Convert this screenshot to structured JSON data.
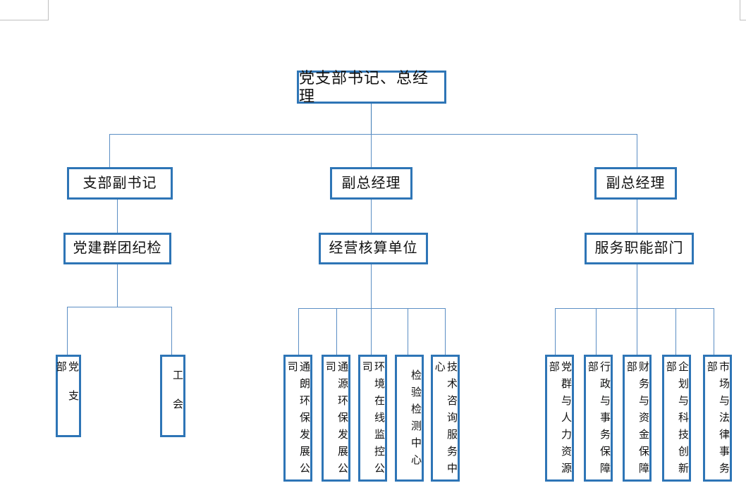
{
  "diagram": {
    "type": "org-chart",
    "title": "",
    "colors": {
      "box_border": "#2e75b6",
      "connector": "#5b8ec4",
      "box_fill": "#ffffff",
      "text": "#111111",
      "margin_guide": "#bfbfbf"
    },
    "root": {
      "label": "党支部书记、总经理"
    },
    "level2": [
      {
        "label": "支部副书记"
      },
      {
        "label": "副总经理"
      },
      {
        "label": "副总经理"
      }
    ],
    "level3": [
      {
        "label": "党建群团纪检"
      },
      {
        "label": "经营核算单位"
      },
      {
        "label": "服务职能部门"
      }
    ],
    "leaves_left": [
      {
        "label": "党支部"
      },
      {
        "label": "工会"
      }
    ],
    "leaves_middle": [
      {
        "label": "通朗环保发展公司"
      },
      {
        "label": "通源环保发展公司"
      },
      {
        "label": "环境在线监控公司"
      },
      {
        "label": "检验检测中心"
      },
      {
        "label": "技术咨询服务中心"
      }
    ],
    "leaves_right": [
      {
        "label": "党群与人力资源部"
      },
      {
        "label": "行政与事务保障部"
      },
      {
        "label": "财务与资金保障部"
      },
      {
        "label": "企划与科技创新部"
      },
      {
        "label": "市场与法律事务部"
      }
    ]
  }
}
